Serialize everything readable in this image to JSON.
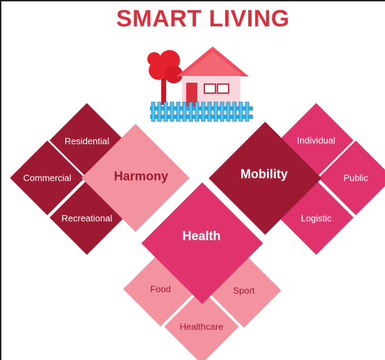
{
  "title": "SMART LIVING",
  "groups": {
    "harmony": {
      "label": "Harmony",
      "items": [
        "Residential",
        "Commercial",
        "Recreational"
      ]
    },
    "mobility": {
      "label": "Mobility",
      "items": [
        "Individual",
        "Public",
        "Logistic"
      ]
    },
    "health": {
      "label": "Health",
      "items": [
        "Food",
        "Sport",
        "Healthcare"
      ]
    }
  },
  "colors": {
    "title": "#d8303c",
    "dark_red": "#9e1a33",
    "light_pink": "#f3939f",
    "magenta": "#e0336e",
    "fence_blue": "#2aa7e0"
  },
  "icons": [
    "house-icon",
    "tree-icon",
    "fence-icon"
  ]
}
